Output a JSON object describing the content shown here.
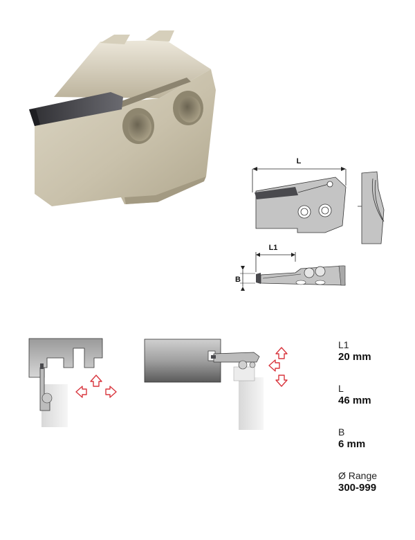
{
  "dimensions_drawing": {
    "L_label": "L",
    "L1_label": "L1",
    "B_label": "B"
  },
  "specs": [
    {
      "label": "L1",
      "value": "20 mm"
    },
    {
      "label": "L",
      "value": "46 mm"
    },
    {
      "label": "B",
      "value": "6 mm"
    },
    {
      "label": "Ø Range",
      "value": "300-999"
    }
  ],
  "colors": {
    "blade_metal": "#c8bfa9",
    "insert_dark": "#4a4a4e",
    "arrow_red": "#d8353d",
    "schematic_gray": "#bdbdbd"
  }
}
